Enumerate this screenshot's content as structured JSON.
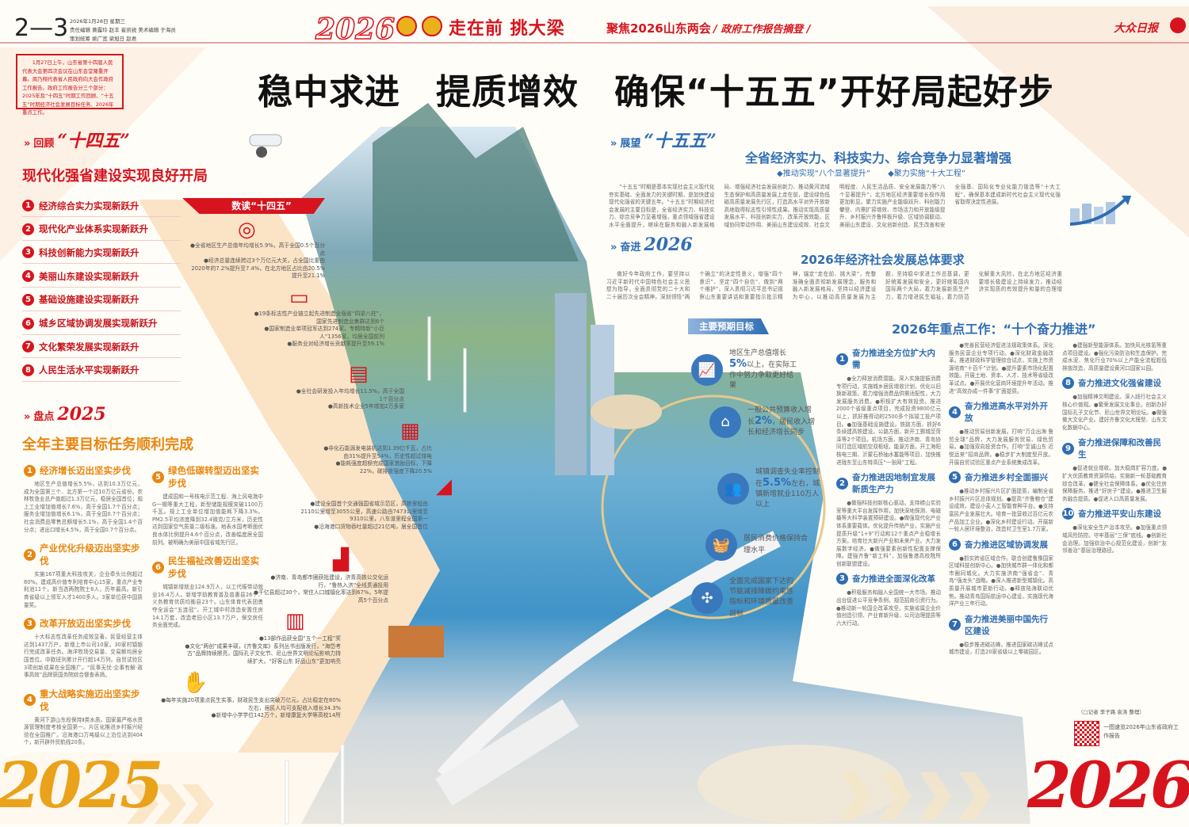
{
  "header": {
    "page_no": "2—3",
    "date": "2026年1月28日  星期三",
    "editors": "责任编辑  黄露玲  赵丰  崔凯锐  美术编辑  于海员",
    "planners": "策划统筹  姚广宽  梁旭日  赵君",
    "year_logo": "2026",
    "slogan": "走在前 挑大梁",
    "column": "聚焦2026山东两会",
    "subcolumn": "/ 政府工作报告摘登 /",
    "paper_logo": "大众日报",
    "colors": {
      "red": "#d7141d",
      "blue": "#2f6db3",
      "orange": "#e8860f",
      "peach": "#fbe3c6"
    }
  },
  "intro": "1月27日上午，山东省第十四届人民代表大会第四次会议在山东会堂隆重开幕。周乃翔代表省人民政府向大会作政府工作报告。政府工作报告分三个部分：2025年及“十四五”时期工作回顾、“十五五”时期经济社会发展目标任务、2026年重点工作。",
  "headline": "稳中求进　提质增效　确保“十五五”开好局起好步",
  "review": {
    "tag_prefix": "回顾",
    "tag_main": "“十四五”",
    "title": "现代化强省建设实现良好开局",
    "items": [
      "经济综合实力实现新跃升",
      "现代化产业体系实现新跃升",
      "科技创新能力实现新跃升",
      "美丽山东建设实现新跃升",
      "基础设施建设实现新跃升",
      "城乡区域协调发展实现新跃升",
      "文化繁荣发展实现新跃升",
      "人民生活水平实现新跃升"
    ]
  },
  "data_read": {
    "banner": "数读“十四五”",
    "stats": [
      "●全省地区生产总值年均增长5.9%，高于全国0.5个百分点",
      "●经济总量连续跨过3个万亿元大关，占全国比重由2020年的7.2%提升至7.4%，在北方地区占比由20.5%提升至21.1%",
      "●19条标志性产业链立起先进制造业强省“四梁八柱”，国家先进制造业集群达到6个",
      "●国家制造业单项冠军达到274家，专精特新“小巨人”1356家，均居全国前列",
      "●服务业对经济增长贡献率提升至59.1%",
      "●全社会研发投入年均增长11.5%，高于全国1个百分点",
      "●高新技术企业5年增加2万多家",
      "●非化石能源发电装机达到1.39亿千瓦，占比由31%提升至54%，历史性超过煤电",
      "●能耗强度超额完成国家激励目标，下降22%，碳排放强度下降20.5%",
      "●建设全国首个交通强国省域示范区，高铁里程由2110公里增至3055公里，高速公路由7473公里增至9310公里，八车道里程全国第一",
      "●沿海港口货物吞吐量超过21亿吨，居全国首位",
      "●济南、青岛都市圈获批建设，济青高铁公交化运行，“鲁热入济”全线贯通投用",
      "●千亿县超过30个，常住人口城镇化率达到67%，5年提高5个百分点",
      "●13部作品获全国“五个一工程”奖",
      "●文化“两创”成果丰硕，《齐鲁文库》系列丛书出版发行，“海岱考古”品牌持续擦亮，国际孔子文化节、尼山世界文明论坛影响力持续扩大，“好客山东 好品山东”更加响亮",
      "●每年实施20项重点民生实事，财政民生支出突破万亿元，占比稳定在80%左右，居民人均可支配收入增长34.3%",
      "●新增中小学学位142万个，新增康复大学等高校14所"
    ]
  },
  "summary2025": {
    "tag_prefix": "盘点",
    "tag_main": "2025",
    "title": "全年主要目标任务顺利完成",
    "items": [
      {
        "n": "1",
        "title": "经济增长迈出坚实步伐",
        "text": "地区生产总值增长5.5%，达到10.3万亿元，成为全国第三个、北方第一个过10万亿元省份。农林牧渔业总产值超过1.3万亿元，稳居全国首位；规上工业增加值增长7.6%，高于全国1.7个百分点；服务业增加值增长6.1%，高于全国0.7个百分点；社会消费品零售总额增长5.1%，高于全国1.4个百分点；进出口增长4.5%，高于全国0.7个百分点。"
      },
      {
        "n": "2",
        "title": "产业优化升级迈出坚实步伐",
        "text": "实施167项重大科技攻关，企业牵头比例超过80%。建成高价值专利培育中心15家，重点产业专利池11个。新当选两院院士8人，历年最高。新引育省级以上领军人才1400多人。3家单位获中国质量奖。"
      },
      {
        "n": "3",
        "title": "改革开放迈出坚实步伐",
        "text": "十大标志性改革任务成效显著。民营经营主体达到1437万户，新增上市公司10家。30家村镇银行完成改革任务。海洋牧场交易量、交易额均居全国首位。中欧班列累计开行超14万列。自贸试验区3项创新成果在全国推广。“民事无忧·企事有解·政事高效”品牌获国务院综合督查表扬。"
      },
      {
        "n": "4",
        "title": "重大战略实施迈出坚实步伐",
        "text": "黄河下游山东段保持Ⅱ类水质。国家最严格水资源管理制度考核全国第一。片区化推进乡村振兴经验在全国推广。沿海港口万吨级以上泊位达到404个，新开辟外贸航线20条。"
      },
      {
        "n": "5",
        "title": "绿色低碳转型迈出坚实步伐",
        "text": "建成国和一号核电示范工程、海上风电渤中G一期等重大工程，新型储能规模突破1100万千瓦。规上工业单位增加值能耗下降3.3%。PM2.5平均浓度降到32.4微克/立方米，历史性达到国家空气质量二级标准。地表水国考断面优良水体比例提升4.6个百分点，改善幅度居全国前列。被明确为美丽中国省域先行区。"
      },
      {
        "n": "6",
        "title": "民生福祉改善迈出坚实步伐",
        "text": "城镇新增就业124.9万人，以工代赈带动就业16.4万人。新增学前教育普及普惠县26个、义务教育优质均衡县23个。山东体育代表团勇夺全运会“五连冠”。开工城中村改造安置住房14.1万套，改造老旧小区13.7万户，保交房任务全面完成。"
      }
    ]
  },
  "outlook": {
    "tag_prefix": "展望",
    "tag_main": "“十五五”",
    "title": "全省经济实力、科技实力、综合竞争力显著增强",
    "sub1": "◆推动实现“八个显著提升”",
    "sub2": "◆聚力实施“十大工程”",
    "text": "“十五五”时期是基本实现社会主义现代化夯实基础、全面发力的关键时期，是加快建设现代化强省的关键五年。“十五五”时期经济社会发展的主要目标是，全省经济实力、科技实力、综合竞争力显著增强，重点领域强省建设水平全面提升，继续在服务和融入新发展格局、增强经济社会发展创新力、推动黄河流域生态保护和高质量发展上走在前，建设绿色低碳高质量发展先行区，打造高水平对外开放新高地取得标志性引领性成果。推动实现高质量发展水平、科技创新实力、改革开放效能、区域协同带动作用、美丽山东建设成效、社会文明程度、人民生活品质、安全发展能力等“八个显著提升”，北方地区经济重要增长极作用更加彰显。聚力实施产业能级跃升、科创能力攀登、内需扩容增效、市场活力和开放能级提升、乡村振兴齐鲁样板升级、区域协调联动、美丽山东建设、文化创新创造、民生改善和安全强基、国际化专业化能力锻造等“十大工程”，确保基本建成新时代社会主义现代化强省取得决定性进展。"
  },
  "forward": {
    "tag_prefix": "奋进",
    "tag_main": "2026",
    "title": "2026年经济社会发展总体要求",
    "text": "做好今年政府工作，要坚持以习近平新时代中国特色社会主义思想为指导，全面贯彻党的二十大和二十届历次全会精神，深刻领悟“两个确立”的决定性意义，增强“四个意识”、坚定“四个自信”、做到“两个维护”，深入贯彻习近平总书记视察山东重要讲话和重要指示批示精神，锚定“走在前、挑大梁”，完整准确全面贯彻新发展理念，服务和融入新发展格局，坚持以经济建设为中心，以推动高质量发展为主题，坚持稳中求进工作总基调，更好统筹发展和安全，更好统筹国内国际两个大局，着力发展新质生产力，着力增进民生福祉，着力防范化解重大风险，在北方地区经济重要增长极建设上持续发力，推动经济实现质的有效提升和量的合理增长，保持社会大局稳定，确保“十五五”开好局、起好步。"
  },
  "targets": {
    "banner": "主要预期目标",
    "items": [
      {
        "icon": "chart-up-icon",
        "pre": "地区生产总值增长",
        "val": "5%",
        "post": "以上，在实际工作中努力争取更好结果"
      },
      {
        "icon": "wallet-icon",
        "pre": "一般公共预算收入增长",
        "val": "2%",
        "post": "，居民收入增长和经济增长同步"
      },
      {
        "icon": "people-icon",
        "pre": "城镇调查失业率控制在",
        "val": "5.5%",
        "post": "左右，城镇新增就业110万人以上"
      },
      {
        "icon": "basket-icon",
        "pre": "居民消费价格保持合理水平",
        "val": "",
        "post": ""
      },
      {
        "icon": "wind-turbine-icon",
        "pre": "全面完成国家下达的节能减排降碳约束性指标和环境质量改善目标",
        "val": "",
        "post": ""
      }
    ]
  },
  "keywork": {
    "title": "2026年重点工作：“十个奋力推进”",
    "sections": [
      {
        "n": "1",
        "title": "奋力推进全方位扩大内需",
        "text": "●全力释放消费潜能。深入实施提振消费专项行动，实施城乡居民增收计划，优化以旧换新政策，着力增强消费品供需适配性，大力发展服务消费。●积极扩大有效投资。推进2000个省级重点项目，完成投资9800亿元以上，抓好推得动的2500多个拟竣工投产项目。●加强基础设施建设。铁路方面，抓好6条续建高铁建设。公路方面，新开工鄄城至菏泽等2个项目。机场方面，推动济南、青岛协同打造区域航空双枢纽。能源方面，开工海阳核电三期、沂蒙石桥抽水蓄能等项目，加快推进陇东至山东特高压“一张网”工程。"
      },
      {
        "n": "2",
        "title": "奋力推进因地制宜发展新质生产力",
        "text": "●做强科技创新核心驱动。支持崂山实验室等重大平台发挥作用，加快深地探测、电磁橇等大科学装置预研建设。●做强现代化产业体系重要载体。优化提升传统产业，实施产业提质升级“1+9”行动和12个重点产业稳增长方案。培育壮大新兴产业和未来产业。大力发展数字经济。●做强要素创新性配置支撑保障。建强齐鲁“新工科”，加强鲁港高校院所创新联盟建设。"
      },
      {
        "n": "3",
        "title": "奋力推进全面深化改革",
        "text": "●积极服务和融入全国统一大市场。推动出台促进公平竞争条例，规范招商引资行为。●推动新一轮国企改革攻坚，实施省属企业价值创造引领、产业育新升级、公司治理提质等六大行动。"
      },
      {
        "n": "",
        "title": "",
        "text": "●完善民营经济促进法规政策体系。深化服务民营企业专项行动。●深化财政金融改革。推进财政科学管理综合试点，实施上市资源培育“十百千”计划。●提升要素市场化配置效能。开展土地、资本、人才、技术等省级改革试点。●开展优化营商环境提升年活动。推进“高效办成一件事”扩面提质。"
      },
      {
        "n": "4",
        "title": "奋力推进高水平对外开放",
        "text": "●推动贸易创新发展。打响“万企出海 鲁贸全球”品牌，大力发展服务贸易、绿色贸易。●加强双向投资合作。打响“至诚山东 近悦远来”招商品牌。●稳步扩大制度型开放。开展自贸试验区重点产业系统集成改革。"
      },
      {
        "n": "5",
        "title": "奋力推进乡村全面振兴",
        "text": "●推动乡村振兴片区扩面提质，编制全省乡村振兴片区总体规划。●提高“齐鲁粮仓”建设成效，建设小麦人工智能育种平台。●支持富民产业发展壮大。培育一批营收过百亿元农产品加工企业。●深化乡村建设行动。开展新一轮人居环境整治，改造村卫生室1.7万家。"
      },
      {
        "n": "6",
        "title": "奋力推进区域协调发展",
        "text": "●抓实跨省区域合作。联合创建鲁豫国家区域科技创新中心。●加快城市群一体化和都市圈同城化。大力实施济南“强省会”、青岛“强龙头”战略。●深入推进新型城镇化。高质量开展城市更新行动。●释放陆海联动优势。推动青岛国际航运中心建设，实施现代海洋产业三年行动。"
      },
      {
        "n": "7",
        "title": "奋力推进美丽中国先行区建设",
        "text": "●稳步推进碳达峰。推进国家碳达峰试点城市建设，打造20家省级以上零碳园区。"
      },
      {
        "n": "",
        "title": "",
        "text": "●建强新型能源体系。加快风光核氢等重点项目建设。●强化污染防治和生态保护。完成水泥、焦化行业70%以上产能全流程超低排放改造，高质量建设黄河口国家公园。"
      },
      {
        "n": "8",
        "title": "奋力推进文化强省建设",
        "text": "●加强精神文明建设。深入践行社会主义核心价值观。●繁荣发展文化事业。创新办好国际孔子文化节、尼山世界文明论坛。●做强做大文化产业。建好齐鲁文化大模型、山东文化数据中心。"
      },
      {
        "n": "9",
        "title": "奋力推进保障和改善民生",
        "text": "●促进就业增收。加大稳岗扩容力度。●扩大优质教育资源供给。实施新一轮基础教育综合改革。●健全社会保障体系。●优化住房保障服务。推进“好房子”建设。●推进卫生服务融合提质。●促进人口高质量发展。"
      },
      {
        "n": "10",
        "title": "奋力推进平安山东建设",
        "text": "●深化安全生产治本攻坚。●加强重点领域风险防控。守牢基层“三保”底线。●创新社会治理。加强综治中心规范化建设，创新“友邻善治”基层治理路径。"
      }
    ],
    "credit": "（□记者  李子路  袁涛  整理）",
    "qr_caption": "一图速览2026年山东省政府工作报告"
  },
  "big_years": {
    "left": "2025",
    "right": "2026"
  }
}
